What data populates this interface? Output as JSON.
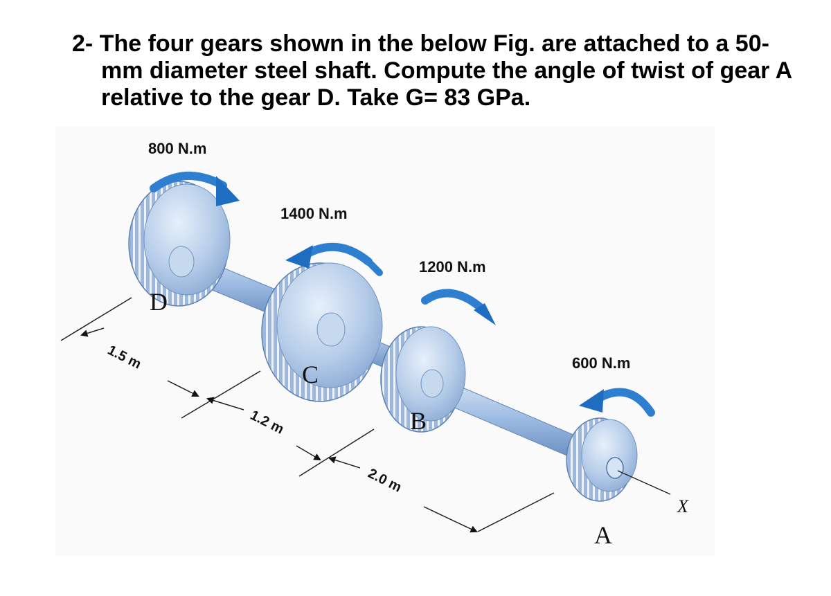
{
  "problem": {
    "lines": [
      "2- The four gears shown in the below Fig. are attached to a 50-",
      "mm diameter steel shaft. Compute the angle of twist of gear A",
      "relative to the gear D. Take G= 83 GPa."
    ]
  },
  "figure": {
    "torques": {
      "D": "800 N.m",
      "C": "1400 N.m",
      "B": "1200 N.m",
      "A": "600 N.m"
    },
    "gear_labels": {
      "D": "D",
      "C": "C",
      "B": "B",
      "A": "A"
    },
    "dimensions": {
      "DC": "1.5 m",
      "CB": "1.2 m",
      "BA": "2.0 m"
    },
    "axis_label": "X",
    "colors": {
      "gear": "#a9c4e4",
      "gear_dark": "#6f93c0",
      "shaft": "#93b3dc",
      "arrow": "#2f7fd0"
    }
  }
}
